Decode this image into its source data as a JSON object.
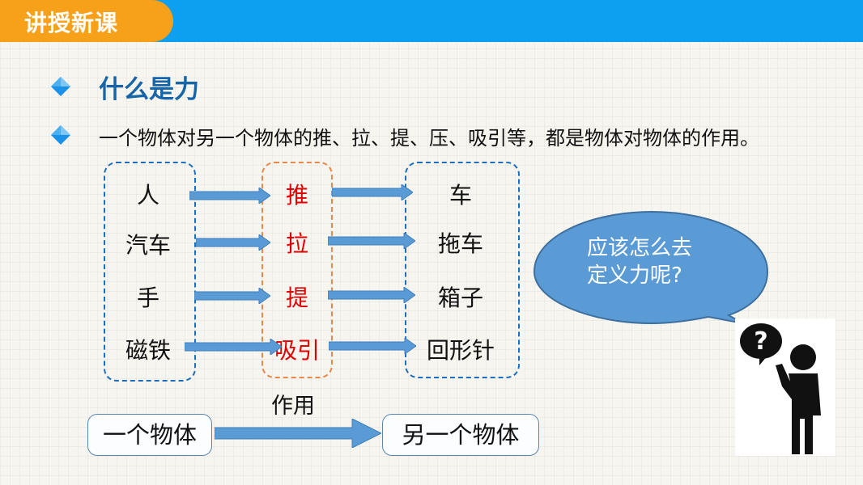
{
  "header": {
    "title": "讲授新课"
  },
  "section": {
    "title": "什么是力"
  },
  "statement": "一个物体对另一个物体的推、拉、提、压、吸引等，都是物体对物体的作用。",
  "rows": [
    {
      "actor": "人",
      "verb": "推",
      "target": "车"
    },
    {
      "actor": "汽车",
      "verb": "拉",
      "target": "拖车"
    },
    {
      "actor": "手",
      "verb": "提",
      "target": "箱子"
    },
    {
      "actor": "磁铁",
      "verb": "吸引",
      "target": "回形针"
    }
  ],
  "bubble": {
    "line1": "应该怎么去",
    "line2": "定义力呢?"
  },
  "thinker": {
    "symbol": "?"
  },
  "summary": {
    "left": "一个物体",
    "label": "作用",
    "right": "另一个物体"
  },
  "colors": {
    "header_blue": "#0d9ff0",
    "header_orange": "#f7a11b",
    "title_blue": "#1565a8",
    "verb_red": "#e00000",
    "arrow_blue": "#5b9bd5",
    "bubble_blue": "#5b9bd5"
  }
}
